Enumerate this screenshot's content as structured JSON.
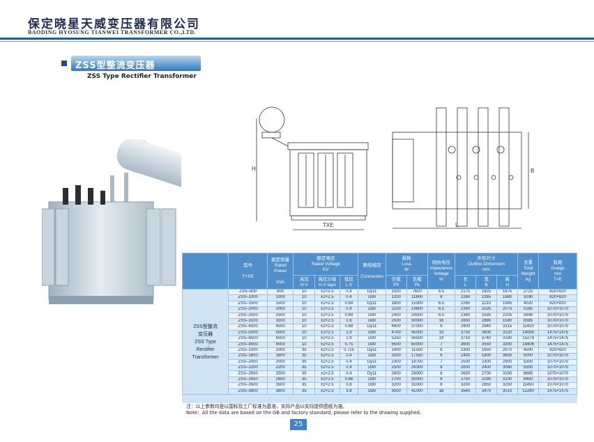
{
  "company": {
    "name_cn": "保定晓星天威变压器有限公司",
    "name_en": "BAODING HYOSUNG TIANWEI TRANSFORMER CO.,LTD."
  },
  "section": {
    "title_cn": "ZSS型整流变压器",
    "title_en": "ZSS Type Rectifier Transformer"
  },
  "drawing_labels": {
    "h": "H",
    "txe": "TXE",
    "b": "B",
    "l": "L"
  },
  "table": {
    "headers": {
      "type": [
        "型号",
        "TYPE"
      ],
      "power": [
        "额定容量",
        "Rated Power",
        "kVA"
      ],
      "voltage": [
        "额定电压",
        "Rated Voltage",
        "KV"
      ],
      "hv": [
        "高压",
        "H.V"
      ],
      "taps": [
        "高压分接",
        "H.V taps"
      ],
      "lv": [
        "低压",
        "L.V"
      ],
      "connection": [
        "联结组别",
        "Connection"
      ],
      "loss": [
        "损耗",
        "Loss",
        "W"
      ],
      "p0": [
        "空载",
        "P0"
      ],
      "pk": [
        "负载",
        "Pk"
      ],
      "impedance": [
        "阻抗电压",
        "Impedance",
        "Voltage",
        "%"
      ],
      "dims": [
        "外形尺寸",
        "Outline Dimension",
        "mm"
      ],
      "l": [
        "长",
        "L"
      ],
      "b": [
        "宽",
        "B"
      ],
      "h": [
        "高",
        "H"
      ],
      "weight": [
        "总重",
        "Total",
        "Weight",
        "kg"
      ],
      "gauge": [
        "轨距",
        "Guage",
        "mm",
        "T×E"
      ]
    },
    "group_label": [
      "ZSS型整流",
      "变压器",
      "ZSS Type",
      "Rectifier",
      "Transformer"
    ],
    "rows": [
      [
        "ZSS–800",
        "800",
        "10",
        "±2×2.5",
        "0.4",
        "Dy11",
        "1500",
        "7600",
        "6.5",
        "2175",
        "1825",
        "1675",
        "2725",
        "820×820"
      ],
      [
        "ZSS–1000",
        "1000",
        "10",
        "±2×2.5",
        "0.4",
        "Dd0",
        "1200",
        "11800",
        "8",
        "2260",
        "2265",
        "1880",
        "3190",
        "820×820"
      ],
      [
        "ZSS–1500",
        "1500",
        "10",
        "±2×2.5",
        "0.69",
        "Dy11",
        "1800",
        "15300",
        "6.5",
        "2265",
        "2210",
        "1995",
        "4020",
        "820×820"
      ],
      [
        "ZSS–2000",
        "2000",
        "10",
        "±2×2.5",
        "0.4",
        "Dd0",
        "2100",
        "19600",
        "6.5",
        "2390",
        "2535",
        "2075",
        "5185",
        "1070×1070"
      ],
      [
        "ZSS–2500",
        "2500",
        "10",
        "±2×2.5",
        "0.69",
        "Dd0",
        "2400",
        "24500",
        "6.5",
        "2380",
        "2535",
        "2205",
        "5848",
        "1070×1070"
      ],
      [
        "ZSS–3100",
        "3100",
        "10",
        "±2×2.5",
        "1.9",
        "Dd0",
        "2500",
        "30000",
        "16",
        "2830",
        "2890",
        "1580",
        "8385",
        "1070×1070"
      ],
      [
        "ZSS–4500",
        "4500",
        "10",
        "±2×2.5",
        "0.68",
        "Dy11",
        "4600",
        "37000",
        "6",
        "2900",
        "2940",
        "3315",
        "11420",
        "1070×1070"
      ],
      [
        "ZSS–5000",
        "5000",
        "10",
        "±2×2.5",
        "1.9",
        "Dd0",
        "4700",
        "45000",
        "19",
        "3750",
        "3600",
        "3120",
        "14065",
        "1475×1475"
      ],
      [
        "ZSS–6500",
        "6500",
        "10",
        "±2×2.5",
        "1.9",
        "Dd0",
        "5250",
        "56500",
        "19",
        "3710",
        "3740",
        "3180",
        "15279",
        "1475×1475"
      ],
      [
        "ZSS–9000",
        "9000",
        "10",
        "±2×2.5",
        "0.75",
        "Dd0",
        "6500",
        "60000",
        "7",
        "3600",
        "3550",
        "3300",
        "19406",
        "1475×1475"
      ],
      [
        "ZSS–1000",
        "1000",
        "35",
        "±2×2.5",
        "0.725",
        "Dy11",
        "1400",
        "11550",
        "6",
        "2300",
        "1650",
        "2870",
        "4500",
        "820×820"
      ],
      [
        "ZSS–1600",
        "1600",
        "35",
        "±2×2.5",
        "0.4",
        "Dd0",
        "2000",
        "17550",
        "6",
        "2400",
        "1800",
        "3600",
        "5000",
        "1070×1070"
      ],
      [
        "ZSS–2000",
        "2000",
        "35",
        "±2×2.5",
        "0.4",
        "Dy11",
        "2300",
        "18700",
        "7",
        "2500",
        "2300",
        "2900",
        "5300",
        "1070×1070"
      ],
      [
        "ZSS–2200",
        "2200",
        "35",
        "±2×2.5",
        "0.4",
        "Dd0",
        "2500",
        "26300",
        "8",
        "2600",
        "2400",
        "3060",
        "5500",
        "1070×1070"
      ],
      [
        "ZSS–2500",
        "2500",
        "35",
        "±2×2.5",
        "0.4",
        "Dy11",
        "2600",
        "28000",
        "6",
        "2630",
        "2700",
        "3100",
        "6685",
        "1070×1070"
      ],
      [
        "ZSS–2650",
        "2650",
        "35",
        "±2×2.5",
        "0.66",
        "Dd0",
        "2700",
        "30000",
        "6",
        "2750",
        "2290",
        "3100",
        "8450",
        "1070×1070"
      ],
      [
        "ZSS–3500",
        "3500",
        "35",
        "±2×2.5",
        "0.8",
        "Dd0",
        "3200",
        "31000",
        "8",
        "3200",
        "2850",
        "3250",
        "11450",
        "1070×1070"
      ],
      [
        "ZSS–3800",
        "3800",
        "35",
        "±2×2.5",
        "3.8",
        "Dd0",
        "3500",
        "41000",
        "18",
        "3540",
        "3470",
        "3010",
        "12280",
        "1475×1475"
      ]
    ]
  },
  "notes": {
    "cn": "注：以上参数均是以国标及工厂标准为基准，实际产品以实际提供图纸为准。",
    "en": "Note：All the data are based on the GB and factory standard, please refer to the drawing supplied."
  },
  "page_number": "25"
}
